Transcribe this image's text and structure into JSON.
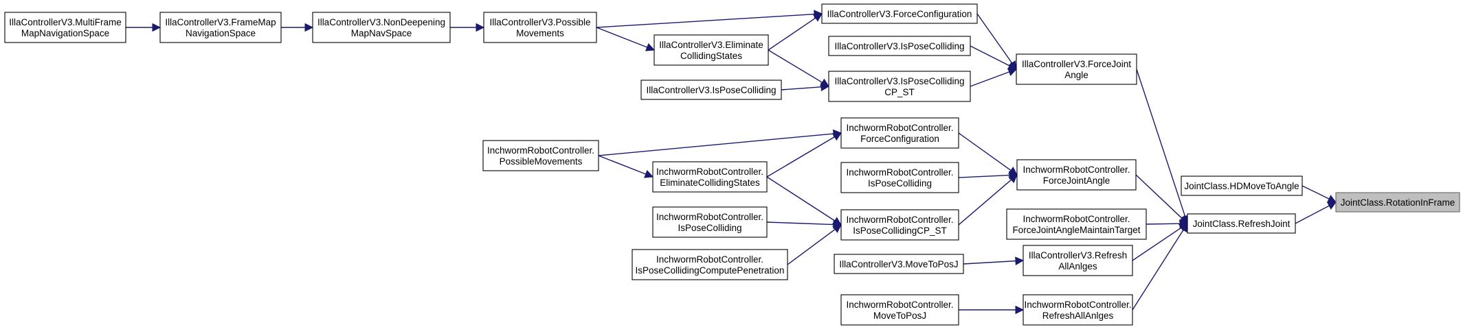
{
  "nodes": [
    {
      "id": "n_multiframe",
      "lines": [
        "IllaControllerV3.MultiFrame",
        "MapNavigationSpace"
      ]
    },
    {
      "id": "n_framemap",
      "lines": [
        "IllaControllerV3.FrameMap",
        "NavigationSpace"
      ]
    },
    {
      "id": "n_nondeep",
      "lines": [
        "IllaControllerV3.NonDeepening",
        "MapNavSpace"
      ]
    },
    {
      "id": "n_illa_possible",
      "lines": [
        "IllaControllerV3.Possible",
        "Movements"
      ]
    },
    {
      "id": "n_illa_forceconfig",
      "lines": [
        "IllaControllerV3.ForceConfiguration"
      ]
    },
    {
      "id": "n_illa_eliminate",
      "lines": [
        "IllaControllerV3.Eliminate",
        "CollidingStates"
      ]
    },
    {
      "id": "n_illa_isposecolliding_a",
      "lines": [
        "IllaControllerV3.IsPoseColliding"
      ]
    },
    {
      "id": "n_illa_isposecolliding_b",
      "lines": [
        "IllaControllerV3.IsPoseColliding"
      ]
    },
    {
      "id": "n_illa_iscp",
      "lines": [
        "IllaControllerV3.IsPoseColliding",
        "CP_ST"
      ]
    },
    {
      "id": "n_illa_forcejoint",
      "lines": [
        "IllaControllerV3.ForceJoint",
        "Angle"
      ]
    },
    {
      "id": "n_inch_possible",
      "lines": [
        "InchwormRobotController.",
        "PossibleMovements"
      ]
    },
    {
      "id": "n_inch_forceconfig",
      "lines": [
        "InchwormRobotController.",
        "ForceConfiguration"
      ]
    },
    {
      "id": "n_inch_eliminate",
      "lines": [
        "InchwormRobotController.",
        "EliminateCollidingStates"
      ]
    },
    {
      "id": "n_inch_isposecolliding_a",
      "lines": [
        "InchwormRobotController.",
        "IsPoseColliding"
      ]
    },
    {
      "id": "n_inch_isposecolliding_b",
      "lines": [
        "InchwormRobotController.",
        "IsPoseColliding"
      ]
    },
    {
      "id": "n_inch_ispcpen",
      "lines": [
        "InchwormRobotController.",
        "IsPoseCollidingComputePenetration"
      ]
    },
    {
      "id": "n_inch_iscp",
      "lines": [
        "InchwormRobotController.",
        "IsPoseCollidingCP_ST"
      ]
    },
    {
      "id": "n_inch_forcejoint",
      "lines": [
        "InchwormRobotController.",
        "ForceJointAngle"
      ]
    },
    {
      "id": "n_inch_forcejointmaint",
      "lines": [
        "InchwormRobotController.",
        "ForceJointAngleMaintainTarget"
      ]
    },
    {
      "id": "n_illa_movetoposj",
      "lines": [
        "IllaControllerV3.MoveToPosJ"
      ]
    },
    {
      "id": "n_illa_refreshall",
      "lines": [
        "IllaControllerV3.Refresh",
        "AllAnlges"
      ]
    },
    {
      "id": "n_inch_movetoposj",
      "lines": [
        "InchwormRobotController.",
        "MoveToPosJ"
      ]
    },
    {
      "id": "n_inch_refreshall",
      "lines": [
        "InchwormRobotController.",
        "RefreshAllAnlges"
      ]
    },
    {
      "id": "n_hdmove",
      "lines": [
        "JointClass.HDMoveToAngle"
      ]
    },
    {
      "id": "n_refreshjoint",
      "lines": [
        "JointClass.RefreshJoint"
      ]
    },
    {
      "id": "n_rotation",
      "lines": [
        "JointClass.RotationInFrame"
      ],
      "highlight": true
    }
  ],
  "edges": [
    {
      "from": "n_multiframe",
      "to": "n_framemap"
    },
    {
      "from": "n_framemap",
      "to": "n_nondeep"
    },
    {
      "from": "n_nondeep",
      "to": "n_illa_possible"
    },
    {
      "from": "n_illa_possible",
      "to": "n_illa_forceconfig"
    },
    {
      "from": "n_illa_possible",
      "to": "n_illa_eliminate"
    },
    {
      "from": "n_illa_eliminate",
      "to": "n_illa_forceconfig"
    },
    {
      "from": "n_illa_eliminate",
      "to": "n_illa_iscp"
    },
    {
      "from": "n_illa_isposecolliding_b",
      "to": "n_illa_iscp"
    },
    {
      "from": "n_illa_forceconfig",
      "to": "n_illa_forcejoint"
    },
    {
      "from": "n_illa_isposecolliding_a",
      "to": "n_illa_forcejoint"
    },
    {
      "from": "n_illa_iscp",
      "to": "n_illa_forcejoint"
    },
    {
      "from": "n_illa_forcejoint",
      "to": "n_refreshjoint"
    },
    {
      "from": "n_inch_possible",
      "to": "n_inch_forceconfig"
    },
    {
      "from": "n_inch_possible",
      "to": "n_inch_eliminate"
    },
    {
      "from": "n_inch_eliminate",
      "to": "n_inch_forceconfig"
    },
    {
      "from": "n_inch_eliminate",
      "to": "n_inch_iscp"
    },
    {
      "from": "n_inch_isposecolliding_b",
      "to": "n_inch_iscp"
    },
    {
      "from": "n_inch_ispcpen",
      "to": "n_inch_iscp"
    },
    {
      "from": "n_inch_forceconfig",
      "to": "n_inch_forcejoint"
    },
    {
      "from": "n_inch_isposecolliding_a",
      "to": "n_inch_forcejoint"
    },
    {
      "from": "n_inch_iscp",
      "to": "n_inch_forcejoint"
    },
    {
      "from": "n_inch_forcejoint",
      "to": "n_refreshjoint"
    },
    {
      "from": "n_inch_forcejointmaint",
      "to": "n_refreshjoint"
    },
    {
      "from": "n_illa_movetoposj",
      "to": "n_illa_refreshall"
    },
    {
      "from": "n_illa_refreshall",
      "to": "n_refreshjoint"
    },
    {
      "from": "n_inch_movetoposj",
      "to": "n_inch_refreshall"
    },
    {
      "from": "n_inch_refreshall",
      "to": "n_refreshjoint"
    },
    {
      "from": "n_hdmove",
      "to": "n_rotation"
    },
    {
      "from": "n_refreshjoint",
      "to": "n_rotation"
    }
  ],
  "colors": {
    "edge": "#191970",
    "node_border": "#000000",
    "highlight_fill": "#bfbfbf"
  }
}
